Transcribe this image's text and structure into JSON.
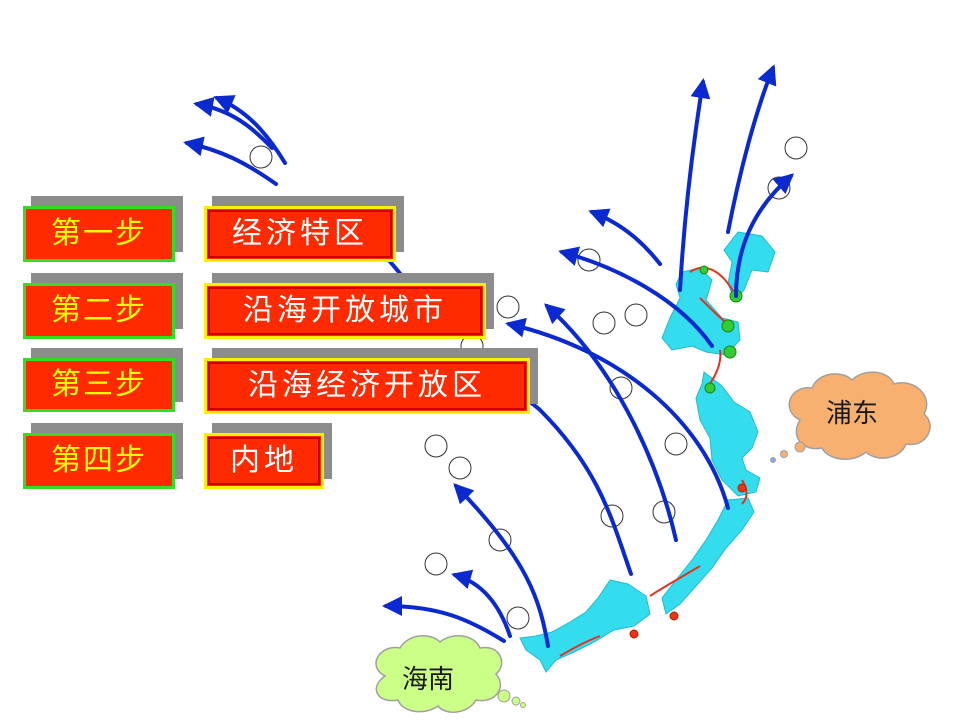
{
  "steps": [
    {
      "step": "第一步",
      "label": "经济特区"
    },
    {
      "step": "第二步",
      "label": "沿海开放城市"
    },
    {
      "step": "第三步",
      "label": "沿海经济开放区"
    },
    {
      "step": "第四步",
      "label": "内地"
    }
  ],
  "clouds": {
    "pudong": "浦东",
    "hainan": "海南"
  },
  "colors": {
    "step_box_fill": "#ff2a00",
    "step_text": "#ffff00",
    "step_border": "#33dd22",
    "label_text": "#ffffff",
    "label_border": "#ffee00",
    "coast_fill": "#33ddee",
    "arrow": "#0a2ad0",
    "pudong_cloud": "#f8b070",
    "hainan_cloud": "#ccff88"
  }
}
